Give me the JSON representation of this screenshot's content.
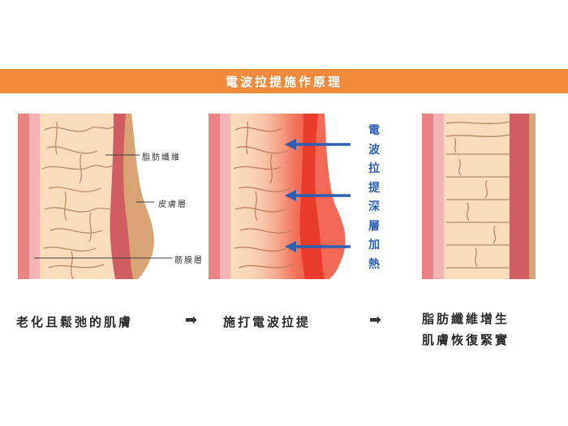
{
  "banner": {
    "title": "電波拉提施作原理"
  },
  "panel1": {
    "labels": {
      "fiber": "脂肪纖維",
      "skin": "皮膚層",
      "fascia": "筋膜層"
    },
    "caption": "老化且鬆弛的肌膚"
  },
  "panel2": {
    "side_text": "電波拉提深層加熱",
    "caption": "施打電波拉提"
  },
  "panel3": {
    "caption_line1": "脂肪纖維增生",
    "caption_line2": "肌膚恢復緊實"
  },
  "arrows": {
    "glyph": "➡"
  },
  "colors": {
    "banner": "#f28a3c",
    "fat": "#f8dcbc",
    "pink_band": "#f4a7a9",
    "dark_band": "#e98285",
    "muscle": "#cf5d62",
    "skin_tan": "#d9a373",
    "heat_red": "#e83b2b",
    "arrow_blue": "#2f5fae"
  }
}
